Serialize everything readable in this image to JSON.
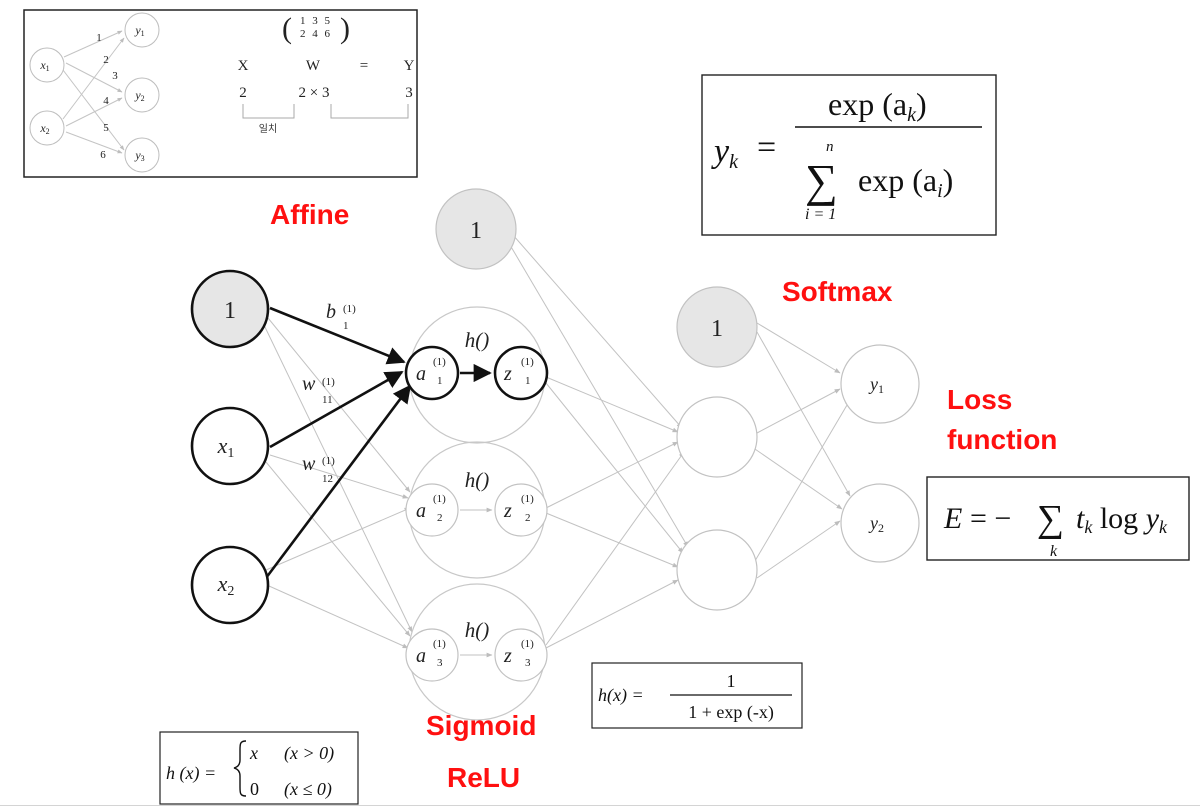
{
  "inset": {
    "nodes": {
      "x1": "x",
      "x1_sub": "1",
      "x2": "x",
      "x2_sub": "2",
      "y1": "y",
      "y1_sub": "1",
      "y2": "y",
      "y2_sub": "2",
      "y3": "y",
      "y3_sub": "3"
    },
    "weights": [
      "1",
      "2",
      "3",
      "4",
      "5",
      "6"
    ],
    "matrix_row1": "1 3 5",
    "matrix_row2": "2 4 6",
    "labels": {
      "X": "X",
      "W": "W",
      "eq": "=",
      "Y": "Y"
    },
    "dims": {
      "X": "2",
      "W": "2 × 3",
      "Y": "3"
    },
    "match_note": "일치"
  },
  "labels": {
    "affine": "Affine",
    "softmax": "Softmax",
    "loss_line1": "Loss",
    "loss_line2": "function",
    "sigmoid": "Sigmoid",
    "relu": "ReLU"
  },
  "network": {
    "bias_label": "1",
    "x1": "x",
    "x1_sub": "1",
    "x2": "x",
    "x2_sub": "2",
    "hidden_bias": "1",
    "out_bias": "1",
    "h": "h()",
    "a": "a",
    "z": "z",
    "sup": "(1)",
    "idx1": "1",
    "idx2": "2",
    "idx3": "3",
    "b_label": "b",
    "w_label": "w",
    "w11_sub": "11",
    "w12_sub": "12",
    "y1": "y",
    "y1_sub": "1",
    "y2": "y",
    "y2_sub": "2"
  },
  "formulas": {
    "softmax_lhs": "y",
    "softmax_lhs_sub": "k",
    "softmax_eq": "=",
    "softmax_num": "exp (a",
    "softmax_num_sub": "k",
    "softmax_num_close": ")",
    "softmax_sum_top": "n",
    "softmax_sum": "∑",
    "softmax_den": "exp (a",
    "softmax_den_sub": "i",
    "softmax_den_close": ")",
    "softmax_sum_bottom": "i = 1",
    "loss_lhs": "E",
    "loss_eq": "= −",
    "loss_sum": "∑",
    "loss_body_t": "t",
    "loss_body_sub": "k",
    "loss_body_log": " log ",
    "loss_body_y": "y",
    "loss_body_ysub": "k",
    "loss_sum_bottom": "k",
    "sigmoid_lhs": "h(x) =",
    "sigmoid_num": "1",
    "sigmoid_den": "1 + exp (-x)",
    "relu_lhs": "h (x) =",
    "relu_case1_val": "x",
    "relu_case1_cond": "(x > 0)",
    "relu_case2_val": "0",
    "relu_case2_cond": "(x ≤ 0)"
  },
  "colors": {
    "bold": "#111111",
    "thin": "#b8b8b8",
    "bias_fill": "#e6e6e6",
    "label_red": "#ff1010"
  }
}
